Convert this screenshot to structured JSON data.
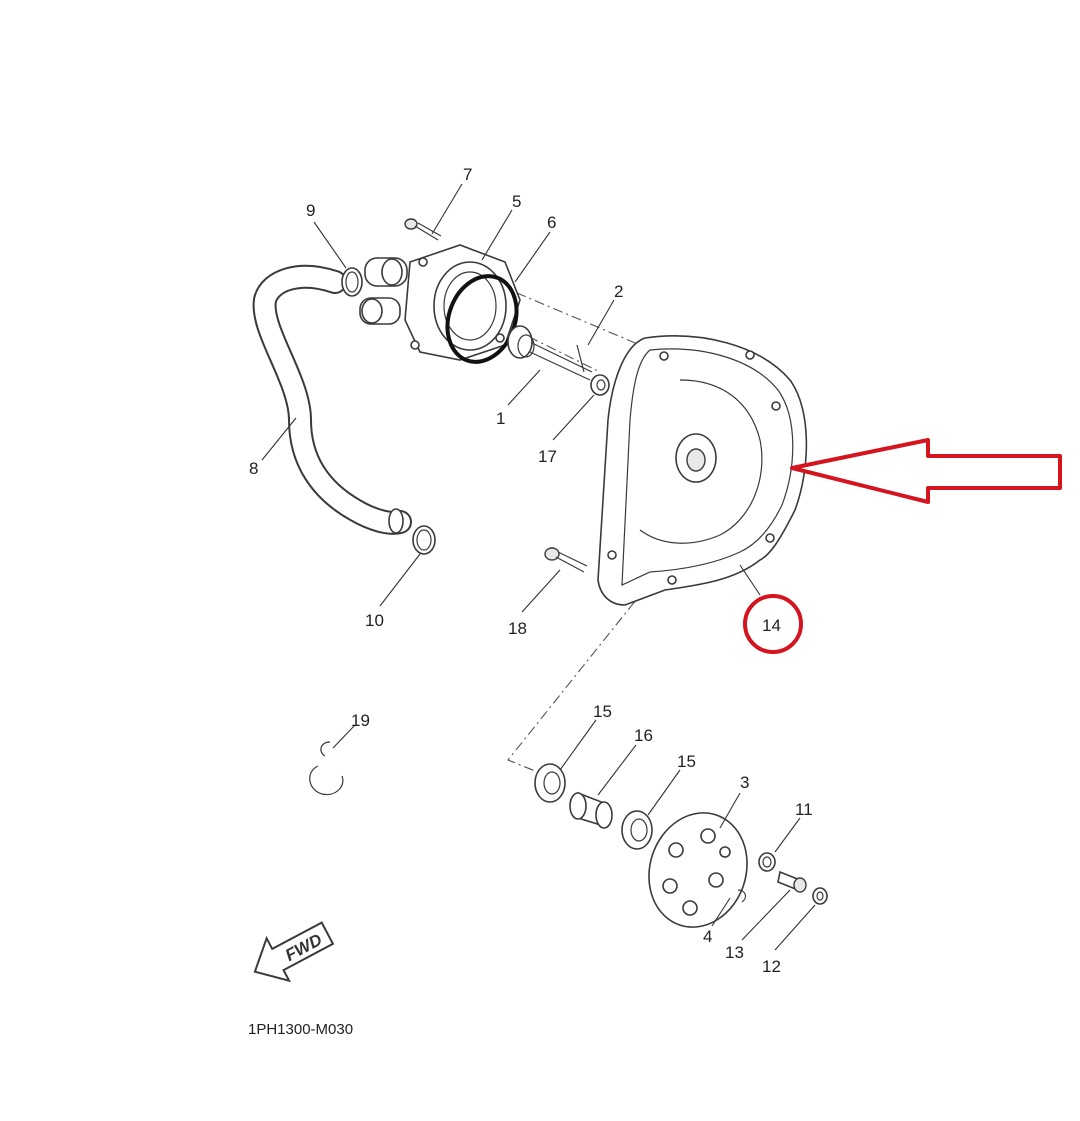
{
  "diagram_code": "1PH1300-M030",
  "fwd_label": "FWD",
  "highlight_color": "#d4141e",
  "callouts": [
    {
      "id": "1",
      "label": "1"
    },
    {
      "id": "2",
      "label": "2"
    },
    {
      "id": "3",
      "label": "3"
    },
    {
      "id": "4",
      "label": "4"
    },
    {
      "id": "5",
      "label": "5"
    },
    {
      "id": "6",
      "label": "6"
    },
    {
      "id": "7",
      "label": "7"
    },
    {
      "id": "8",
      "label": "8"
    },
    {
      "id": "9",
      "label": "9"
    },
    {
      "id": "10",
      "label": "10"
    },
    {
      "id": "11",
      "label": "11"
    },
    {
      "id": "12",
      "label": "12"
    },
    {
      "id": "13",
      "label": "13"
    },
    {
      "id": "14",
      "label": "14"
    },
    {
      "id": "15a",
      "label": "15"
    },
    {
      "id": "15b",
      "label": "15"
    },
    {
      "id": "16",
      "label": "16"
    },
    {
      "id": "17",
      "label": "17"
    },
    {
      "id": "18",
      "label": "18"
    },
    {
      "id": "19",
      "label": "19"
    }
  ]
}
